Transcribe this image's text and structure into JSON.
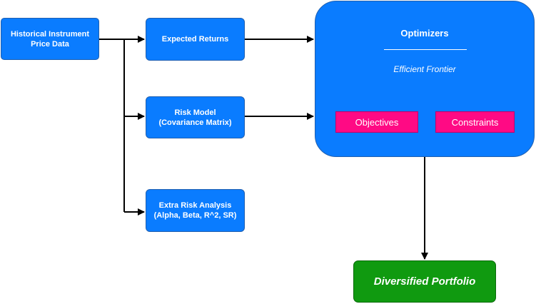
{
  "nodes": {
    "historical": {
      "line1": "Historical Instrument",
      "line2": "Price Data"
    },
    "expected_returns": {
      "label": "Expected Returns"
    },
    "risk_model": {
      "line1": "Risk Model",
      "line2": "(Covariance Matrix)"
    },
    "extra_risk": {
      "line1": "Extra Risk Analysis",
      "line2": "(Alpha, Beta, R^2, SR)"
    },
    "optimizers": {
      "title": "Optimizers",
      "subtitle": "Efficient Frontier",
      "objectives": "Objectives",
      "constraints": "Constraints"
    },
    "portfolio": {
      "label": "Diversified Portfolio"
    }
  },
  "colors": {
    "box_blue": "#0a7cff",
    "tag_pink": "#ff0a84",
    "portfolio_green": "#109a10",
    "arrow": "#000000"
  }
}
